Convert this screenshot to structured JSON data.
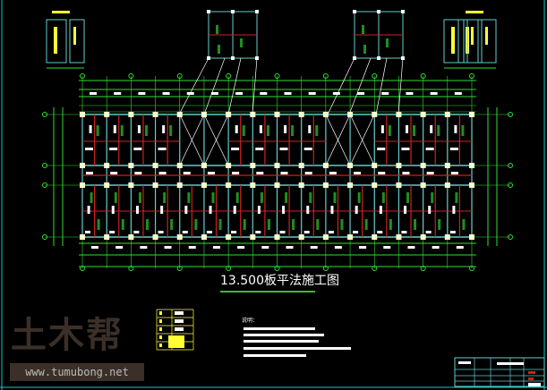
{
  "drawing": {
    "title": "13.500板平法施工图",
    "notes_heading": "说明："
  },
  "watermark": {
    "logo_text": "土木帮",
    "url": "www.tumubong.net"
  },
  "colors": {
    "background": "#000000",
    "axis": "#33dd33",
    "beam": "#cc2222",
    "column": "#ffffcc",
    "rebar": "#1f8f1f",
    "frame": "#66cccc",
    "legend": "#ffff33"
  }
}
